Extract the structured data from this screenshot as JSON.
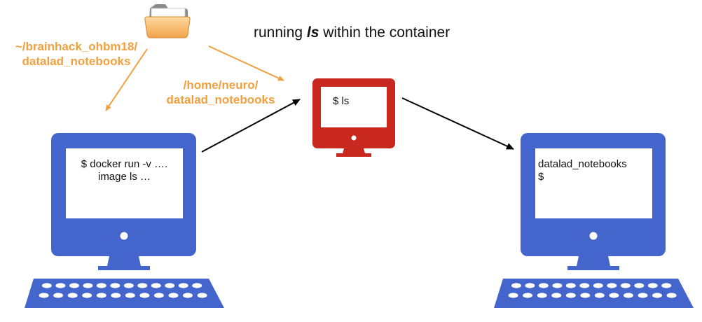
{
  "title": {
    "prefix": "running ",
    "command": "ls",
    "suffix": " within the container"
  },
  "host_path": {
    "line1": "~/brainhack_ohbm18/",
    "line2": "datalad_notebooks"
  },
  "container_path": {
    "line1": "/home/neuro/",
    "line2": "datalad_notebooks"
  },
  "left_computer": {
    "line1": "$ docker run -v ….",
    "line2": "image ls …"
  },
  "container_screen": {
    "line1": "$ ls"
  },
  "right_computer": {
    "line1": "datalad_notebooks",
    "line2": "$"
  },
  "colors": {
    "computer_blue": "#4466CC",
    "container_red": "#C8281E",
    "path_orange": "#F0A03E",
    "folder_tan": "#F4B866",
    "arrow_black": "#000000"
  },
  "icons": {
    "folder": "folder-icon",
    "host_computer": "desktop-computer-icon",
    "container": "container-monitor-icon",
    "output_computer": "desktop-computer-icon"
  }
}
